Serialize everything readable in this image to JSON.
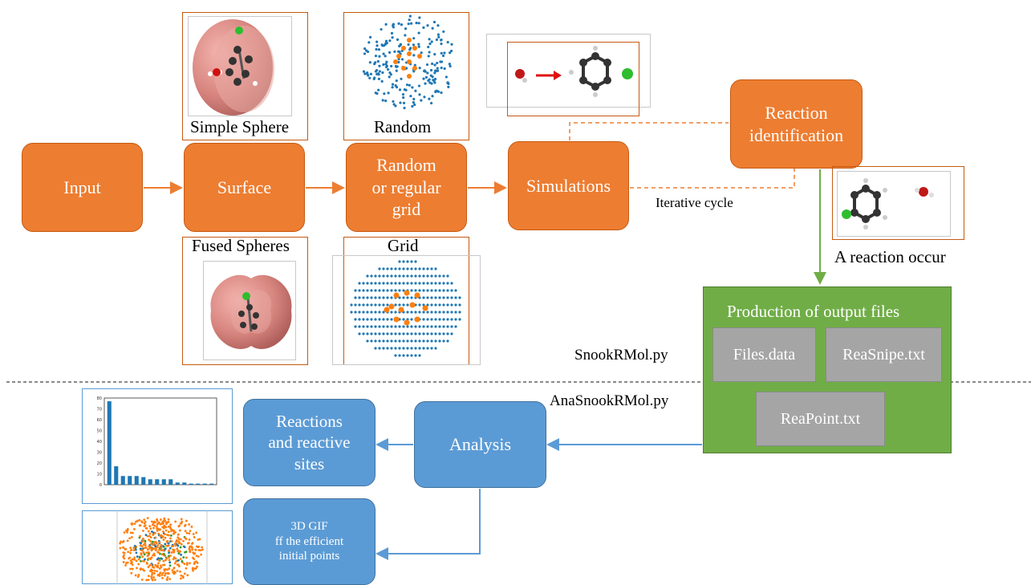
{
  "flow": {
    "input": "Input",
    "surface": "Surface",
    "grid_line1": "Random",
    "grid_line2": "or regular",
    "grid_line3": "grid",
    "simulations": "Simulations",
    "reaction_line1": "Reaction",
    "reaction_line2": "identification"
  },
  "surface_options": {
    "simple": "Simple Sphere",
    "fused": "Fused Spheres"
  },
  "grid_options": {
    "random": "Random",
    "grid": "Grid"
  },
  "cycle_label": "Iterative cycle",
  "reaction_occur": "A reaction occur",
  "output": {
    "title": "Production of output files",
    "files": [
      "Files.data",
      "ReaSnipe.txt",
      "ReaPoint.txt"
    ]
  },
  "scripts": {
    "main": "SnookRMol.py",
    "analysis": "AnaSnookRMol.py"
  },
  "analysis": {
    "label": "Analysis",
    "reactions_line1": "Reactions",
    "reactions_line2": "and reactive",
    "reactions_line3": "sites",
    "gif_line1": "3D GIF",
    "gif_line2": "ff the efficient",
    "gif_line3": "initial points"
  },
  "colors": {
    "orange": "#ED7D31",
    "blue": "#5B9BD5",
    "green": "#70AD47",
    "gray": "#A5A5A5"
  },
  "chart_data": {
    "type": "bar",
    "ylim": [
      0,
      80
    ],
    "yticks": [
      0,
      10,
      20,
      30,
      40,
      50,
      60,
      70,
      80
    ],
    "values": [
      77,
      17,
      8,
      8,
      8,
      7,
      5,
      5,
      5,
      5,
      2,
      2,
      1,
      1,
      1,
      1
    ]
  }
}
